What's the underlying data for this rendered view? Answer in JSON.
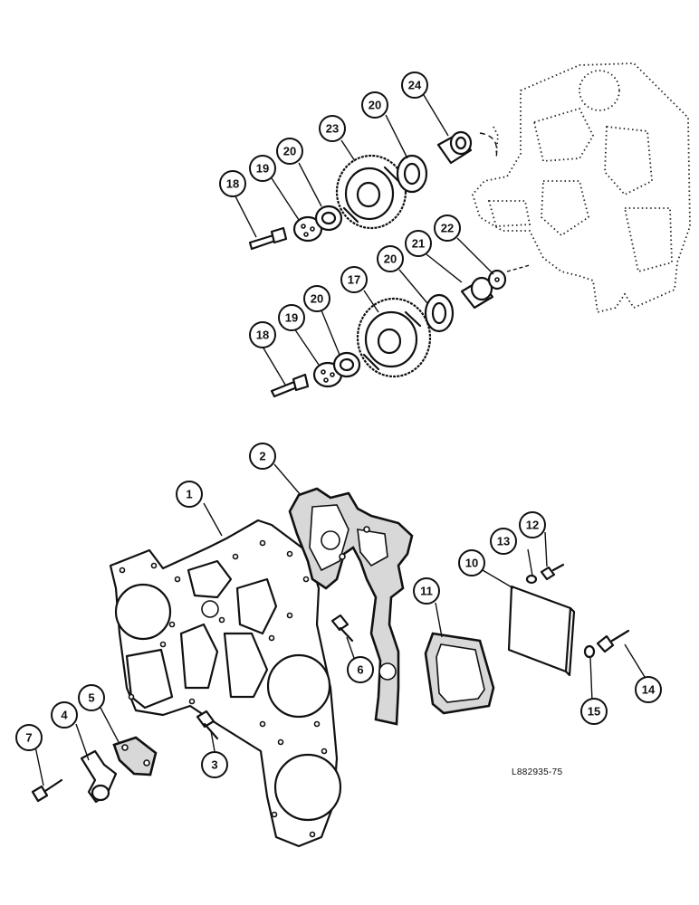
{
  "drawing": {
    "reference_code": "L882935-75"
  },
  "callouts": [
    {
      "id": "c1",
      "label": "1"
    },
    {
      "id": "c2",
      "label": "2"
    },
    {
      "id": "c3",
      "label": "3"
    },
    {
      "id": "c4",
      "label": "4"
    },
    {
      "id": "c5",
      "label": "5"
    },
    {
      "id": "c6",
      "label": "6"
    },
    {
      "id": "c7",
      "label": "7"
    },
    {
      "id": "c10",
      "label": "10"
    },
    {
      "id": "c11",
      "label": "11"
    },
    {
      "id": "c12",
      "label": "12"
    },
    {
      "id": "c13",
      "label": "13"
    },
    {
      "id": "c14",
      "label": "14"
    },
    {
      "id": "c15",
      "label": "15"
    },
    {
      "id": "c17",
      "label": "17"
    },
    {
      "id": "c18a",
      "label": "18"
    },
    {
      "id": "c18b",
      "label": "18"
    },
    {
      "id": "c19a",
      "label": "19"
    },
    {
      "id": "c19b",
      "label": "19"
    },
    {
      "id": "c20a",
      "label": "20"
    },
    {
      "id": "c20b",
      "label": "20"
    },
    {
      "id": "c20c",
      "label": "20"
    },
    {
      "id": "c20d",
      "label": "20"
    },
    {
      "id": "c21",
      "label": "21"
    },
    {
      "id": "c22",
      "label": "22"
    },
    {
      "id": "c23",
      "label": "23"
    },
    {
      "id": "c24",
      "label": "24"
    }
  ]
}
